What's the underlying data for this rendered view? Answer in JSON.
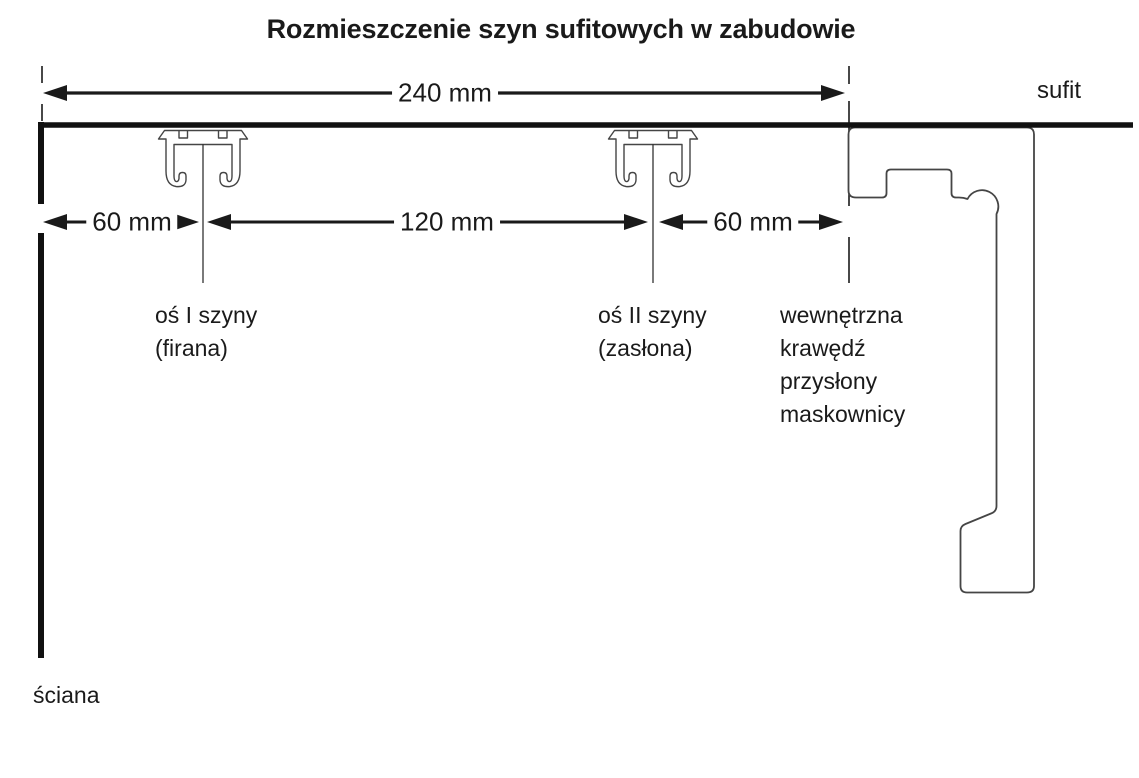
{
  "diagram": {
    "title": "Rozmieszczenie szyn sufitowych w zabudowie"
  },
  "dimensions": {
    "total": "240 mm",
    "wall_to_rail1": "60 mm",
    "rail1_to_rail2": "120 mm",
    "rail2_to_mask_edge": "60 mm"
  },
  "labels": {
    "ceiling": "sufit",
    "wall": "ściana",
    "rail1": {
      "line1": "oś I szyny",
      "line2": "(firana)"
    },
    "rail2": {
      "line1": "oś II szyny",
      "line2": "(zasłona)"
    },
    "mask_edge": {
      "line1": "wewnętrzna",
      "line2": "krawędź",
      "line3": "przysłony",
      "line4": "maskownicy"
    }
  },
  "colors": {
    "line": "#1a1a1a",
    "profile_outline": "#454545",
    "background": "#ffffff"
  }
}
